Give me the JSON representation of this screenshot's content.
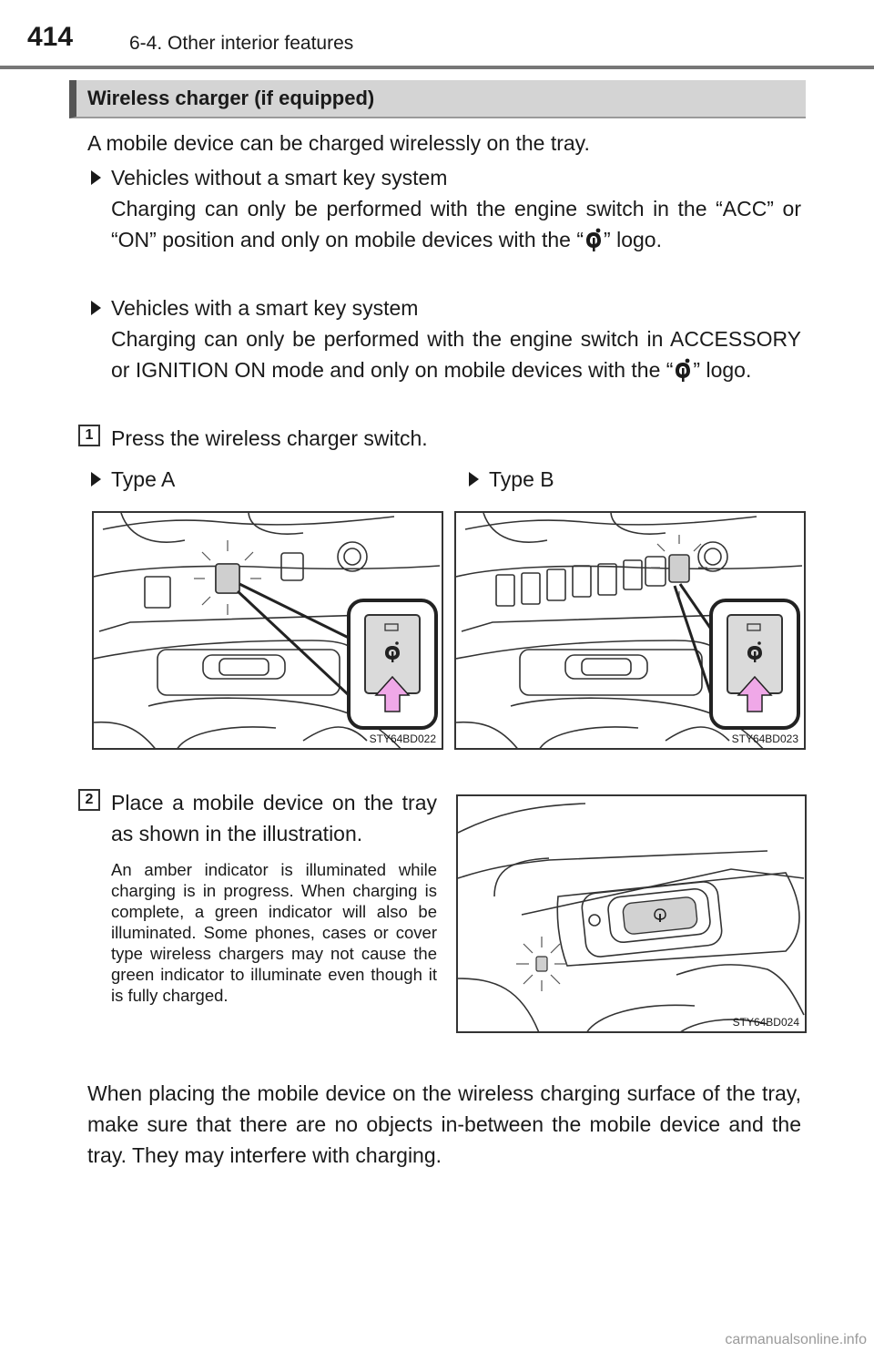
{
  "header": {
    "page_number": "414",
    "chapter": "6-4. Other interior features"
  },
  "section": {
    "title": "Wireless charger (if equipped)",
    "intro": "A mobile device can be charged wirelessly on the tray."
  },
  "bullets": [
    {
      "title": "Vehicles without a smart key system",
      "text_before": "Charging can only be performed with the engine switch in the “ACC” or “ON” position and only on mobile devices with the “",
      "text_after": "” logo."
    },
    {
      "title": "Vehicles with a smart key system",
      "text_before": "Charging can only be performed with the engine switch in ACCESSORY or IGNITION ON mode and only on mobile devices with the “",
      "text_after": "” logo."
    }
  ],
  "steps": [
    {
      "number": "1",
      "text": "Press the wireless charger switch."
    },
    {
      "number": "2",
      "text": "Place a mobile device on the tray as shown in the illustration."
    }
  ],
  "types": [
    {
      "label": "Type A",
      "figure_code": "STY64BD022"
    },
    {
      "label": "Type B",
      "figure_code": "STY64BD023"
    }
  ],
  "step2": {
    "note": "An amber indicator is illuminated while charging is in progress. When charging is complete, a green indicator will also be illuminated. Some phones, cases or cover type wireless chargers may not cause the green indicator to illuminate even though it is fully charged.",
    "figure_code": "STY64BD024"
  },
  "closing": "When placing the mobile device on the wireless charging surface of the tray, make sure that there are no objects in-between the mobile device and the tray. They may interfere with charging.",
  "watermark": "carmanualsonline.info",
  "colors": {
    "accent_arrow": "#f0a8e8",
    "section_bar": "#d4d4d4"
  }
}
